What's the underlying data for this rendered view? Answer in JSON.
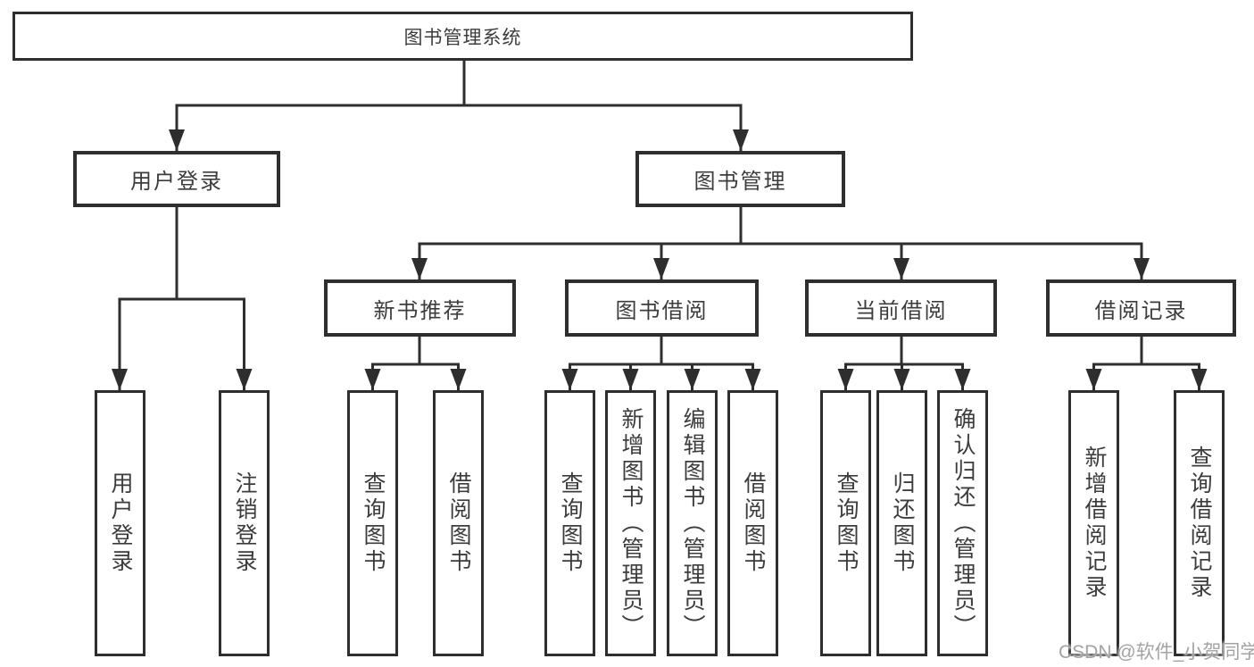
{
  "tree": {
    "root": {
      "label": "图书管理系统"
    },
    "user_branch": {
      "label": "用户登录",
      "children": [
        {
          "label": "用户登录"
        },
        {
          "label": "注销登录"
        }
      ]
    },
    "book_branch": {
      "label": "图书管理",
      "groups": [
        {
          "label": "新书推荐",
          "children": [
            {
              "label": "查询图书"
            },
            {
              "label": "借阅图书"
            }
          ]
        },
        {
          "label": "图书借阅",
          "children": [
            {
              "label": "查询图书"
            },
            {
              "label": "新增图书（管理员）"
            },
            {
              "label": "编辑图书（管理员）"
            },
            {
              "label": "借阅图书"
            }
          ]
        },
        {
          "label": "当前借阅",
          "children": [
            {
              "label": "查询图书"
            },
            {
              "label": "归还图书"
            },
            {
              "label": "确认归还（管理员）"
            }
          ]
        },
        {
          "label": "借阅记录",
          "children": [
            {
              "label": "新增借阅记录"
            },
            {
              "label": "查询借阅记录"
            }
          ]
        }
      ]
    }
  },
  "watermark": {
    "text": "CSDN @软件_小贺同学"
  },
  "colors": {
    "line": "#2e2e2e",
    "box_border": "#2e2e2e",
    "box_fill": "#ffffff",
    "text": "#3c3c3c",
    "watermark": "#a3a3a3",
    "background": "#ffffff"
  }
}
